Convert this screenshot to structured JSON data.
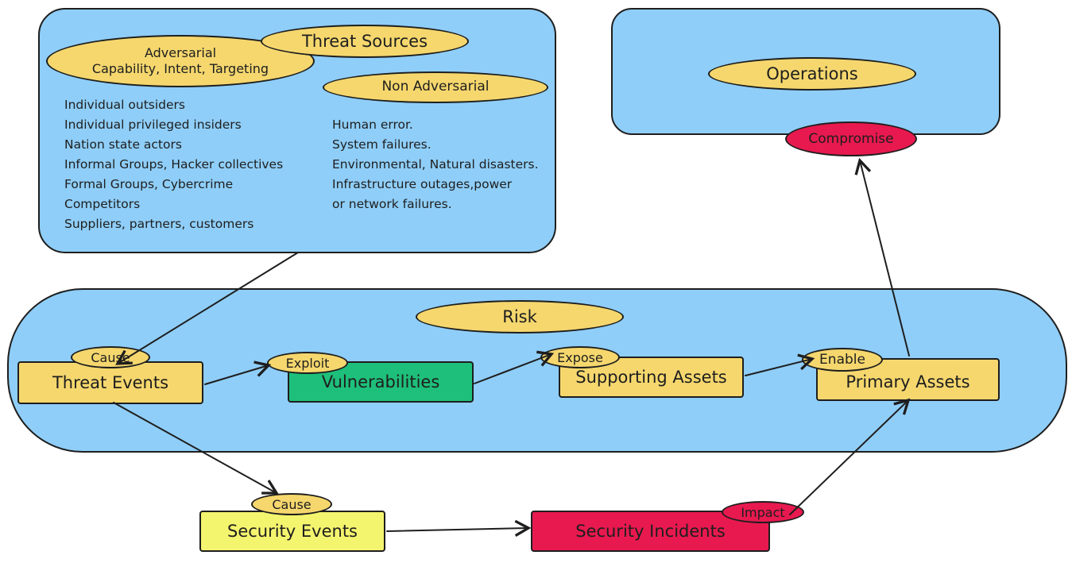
{
  "threat_sources": {
    "title": "Threat Sources",
    "adversarial": {
      "label_line1": "Adversarial",
      "label_line2": "Capability, Intent, Targeting",
      "items": [
        "Individual outsiders",
        "Individual privileged insiders",
        "Nation state actors",
        "Informal Groups, Hacker collectives",
        "Formal Groups, Cybercrime",
        "Competitors",
        "Suppliers, partners, customers"
      ]
    },
    "non_adversarial": {
      "label": "Non Adversarial",
      "items": [
        "Human error.",
        "System failures.",
        "Environmental, Natural disasters.",
        "Infrastructure outages,power",
        "or network failures."
      ]
    }
  },
  "operations": {
    "title": "Operations",
    "compromise": "Compromise"
  },
  "risk": {
    "title": "Risk",
    "threat_events": {
      "label": "Threat Events",
      "tag": "Cause"
    },
    "vulnerabilities": {
      "label": "Vulnerabilities",
      "tag": "Exploit"
    },
    "supporting_assets": {
      "label": "Supporting Assets",
      "tag": "Expose"
    },
    "primary_assets": {
      "label": "Primary Assets",
      "tag": "Enable"
    }
  },
  "security_events": {
    "label": "Security Events",
    "tag": "Cause"
  },
  "security_incidents": {
    "label": "Security Incidents",
    "tag": "Impact"
  },
  "colors": {
    "panel": "#8fcef8",
    "pill": "#f5d76e",
    "vulnerabilities": "#1ebf7a",
    "security_events": "#f4f56e",
    "incident": "#e8194f",
    "stroke": "#1e1e1e"
  }
}
